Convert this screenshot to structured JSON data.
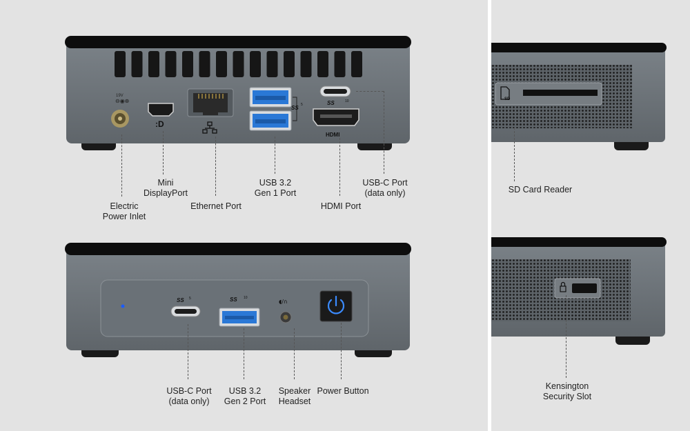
{
  "labels": {
    "power_inlet": [
      "Electric",
      "Power Inlet"
    ],
    "mini_dp": [
      "Mini",
      "DisplayPort"
    ],
    "ethernet": [
      "Ethernet Port"
    ],
    "usb_gen1": [
      "USB 3.2",
      "Gen 1 Port"
    ],
    "hdmi": [
      "HDMI Port"
    ],
    "usbc_back": [
      "USB-C Port",
      "(data only)"
    ],
    "sd_reader": [
      "SD Card Reader"
    ],
    "usbc_front": [
      "USB-C Port",
      "(data only)"
    ],
    "usb_gen2": [
      "USB 3.2",
      "Gen 2 Port"
    ],
    "audio": [
      "Speaker",
      "Headset"
    ],
    "power_button": [
      "Power Button"
    ],
    "kensington": [
      "Kensington",
      "Security Slot"
    ]
  },
  "port_markings": {
    "power_voltage": "19V",
    "ss5": "SS",
    "ss5_num": "5",
    "ss10": "SS",
    "ss10_num": "10",
    "hdmi_logo": "HDMI",
    "sd_logo": "SD"
  },
  "colors": {
    "background": "#e3e3e3",
    "chassis": "#6f767c",
    "top_cover": "#0d0d0d",
    "usb_blue": "#2a78d6",
    "power_led": "#1a5cff"
  }
}
